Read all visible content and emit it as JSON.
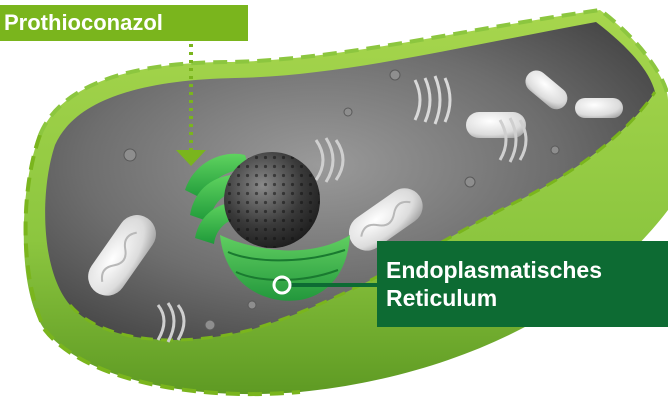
{
  "labels": {
    "compound": "Prothioconazol",
    "organelle_line1": "Endoplasmatisches",
    "organelle_line2": "Reticulum"
  },
  "colors": {
    "label_green_light": "#7ab51d",
    "label_green_dark": "#0d6b33",
    "membrane_green": "#8cc63f",
    "cytoplasm_gray": "#6d6d6d",
    "arrow_green": "#7ab51d"
  },
  "icons": {
    "pointer_dot": "circle-marker",
    "arrow": "down-arrow"
  }
}
